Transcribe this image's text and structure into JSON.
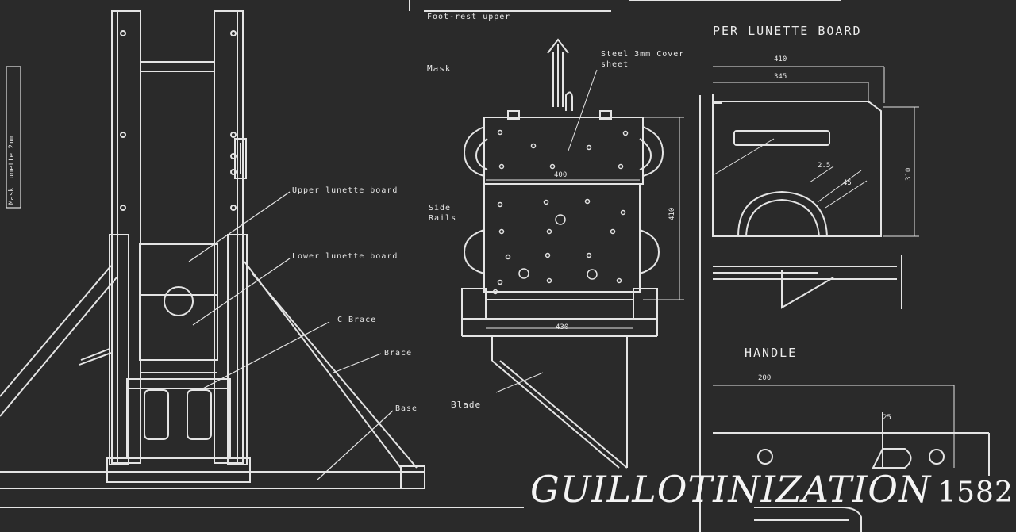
{
  "colors": {
    "background": "#2a2a2a",
    "line": "#e8e8e8"
  },
  "labels": {
    "top_note": "Foot-rest upper",
    "mask": "Mask",
    "steel_sheet": "Steel 3mm Cover sheet",
    "side_rails": "Side Rails",
    "blade": "Blade",
    "upper_lunette": "Upper lunette board",
    "lower_lunette": "Lower lunette board",
    "c_brace": "C Brace",
    "brace": "Brace",
    "base": "Base",
    "side_caption": "Mask Lunette 2mm"
  },
  "dimensions": {
    "mask_width": "400",
    "mask_height": "410",
    "blade_width": "430",
    "lunette_total": "410",
    "lunette_slot": "345",
    "lunette_height": "310",
    "angle_1": "2.5",
    "angle_2": "45",
    "handle_width": "200",
    "handle_small": "25"
  },
  "headings": {
    "lunette": "PER LUNETTE BOARD",
    "handle": "HANDLE"
  },
  "logo": {
    "text": "GUILLOTINIZATION",
    "year": "1582"
  }
}
